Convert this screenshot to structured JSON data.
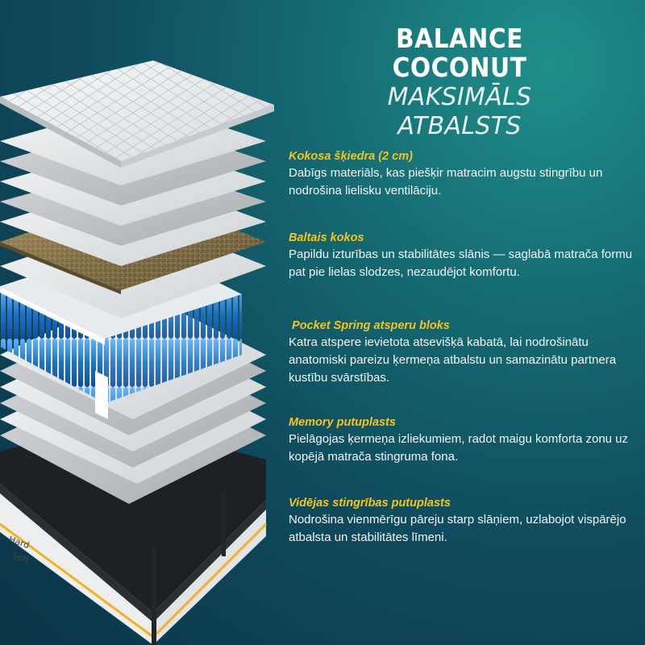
{
  "header": {
    "title": "BALANCE COCONUT",
    "subtitle": "MAKSIMĀLS ATBALSTS"
  },
  "features": [
    {
      "title": "Kokosa šķiedra (2 cm)",
      "description": "Dabīgs materiāls, kas piešķir matracim augstu stingrību un nodrošina lielisku ventilāciju."
    },
    {
      "title": "Baltais kokos",
      "description": "Papildu izturības un stabilitātes slānis — saglabā matrača formu pat pie lielas slodzes, nezaudējot komfortu."
    },
    {
      "title": " Pocket Spring atsperu bloks",
      "description": "Katra atspere ievietota atsevišķā kabatā, lai nodrošinātu anatomiski pareizu ķermeņa atbalstu un samazinātu partnera kustību svārstības."
    },
    {
      "title": "Memory putuplasts",
      "description": "Pielāgojas ķermeņa izliekumiem, radot maigu komforta zonu uz kopējā matrača stingruma fona."
    },
    {
      "title": "Vidējas stingrības putuplasts",
      "description": "Nodrošina vienmērīgu pāreju starp slāņiem, uzlabojot vispārējo atbalsta un stabilitātes līmeni."
    }
  ],
  "mattress_label": {
    "hard": "Hard",
    "soft": "Soft"
  },
  "colors": {
    "accent": "#f3c51c",
    "spring_blue": "#1e73c8",
    "coconut": "#8a7448",
    "background": "#0f4a5c"
  }
}
